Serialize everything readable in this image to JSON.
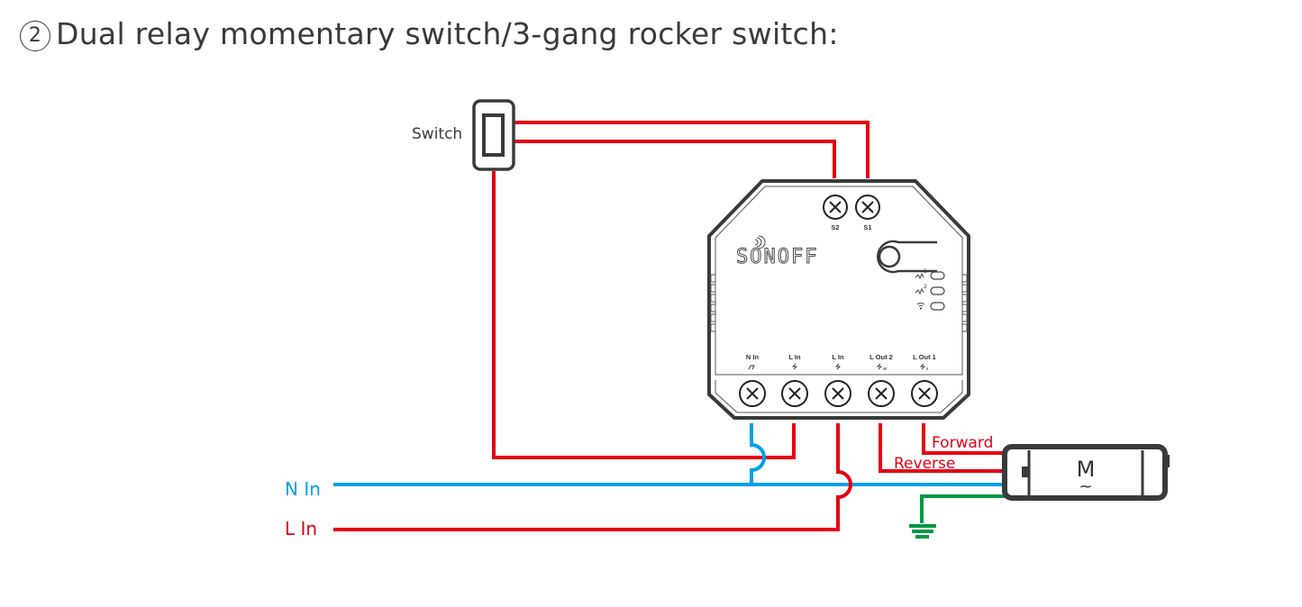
{
  "title": {
    "number": "2",
    "text": "Dual relay momentary switch/3-gang rocker switch:"
  },
  "switch": {
    "label": "Switch"
  },
  "device": {
    "brand": "SONOFF",
    "top_terminals": [
      "S2",
      "S1"
    ],
    "bottom_terminals": [
      {
        "label": "N In",
        "symbol": "neutral"
      },
      {
        "label": "L In",
        "symbol": "live"
      },
      {
        "label": "L In",
        "symbol": "live"
      },
      {
        "label": "L Out 2",
        "symbol": "live-out-2"
      },
      {
        "label": "L Out 1",
        "symbol": "live-out-1"
      }
    ],
    "indicators": [
      {
        "icon": "relay-1-icon",
        "sup": "1"
      },
      {
        "icon": "relay-2-icon",
        "sup": "2"
      },
      {
        "icon": "wifi-icon",
        "sup": ""
      }
    ]
  },
  "lines": {
    "neutral": {
      "label": "N In",
      "color": "#00a0e9"
    },
    "live": {
      "label": "L In",
      "color": "#e60012"
    }
  },
  "wires": {
    "forward": "Forward",
    "reverse": "Reverse",
    "ground_color": "#009944",
    "live_color": "#e60012",
    "neutral_color": "#00a0e9"
  },
  "motor": {
    "label": "M",
    "sub": "~"
  }
}
